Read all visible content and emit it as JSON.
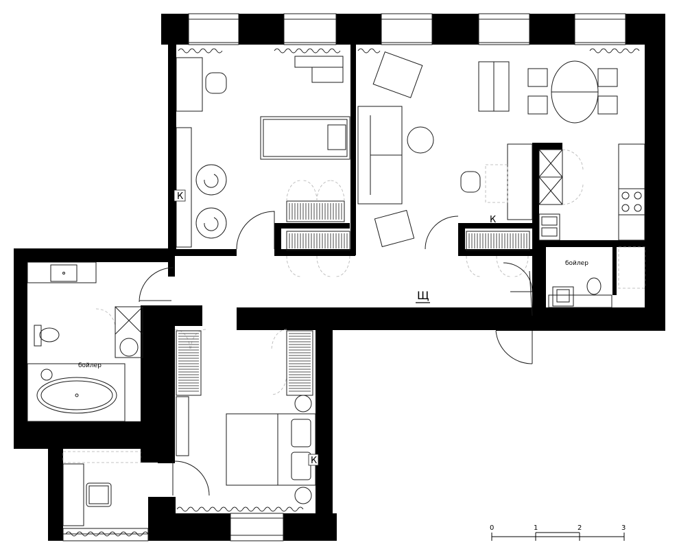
{
  "labels": {
    "outlet_k": "К",
    "panel": "Щ",
    "boiler": "бойлер"
  },
  "scale": {
    "ticks": [
      "0",
      "1",
      "2",
      "3"
    ]
  },
  "colors": {
    "wall": "#000000",
    "line": "#1a1a1a",
    "thin": "#9a9a9a",
    "dash": "#b0b0b0",
    "background": "#ffffff"
  }
}
